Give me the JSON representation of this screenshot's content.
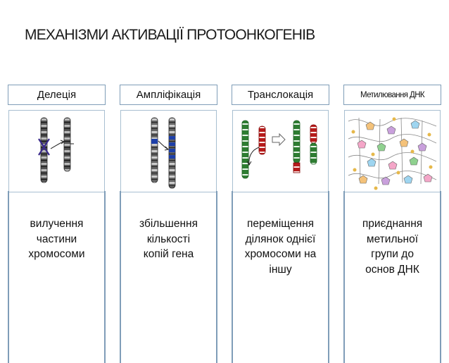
{
  "title": "МЕХАНІЗМИ АКТИВАЦІЇ ПРОТООНКОГЕНІВ",
  "columns": [
    {
      "name": "Делеція",
      "description": "вилучення частини хромосоми",
      "lines": [
        "вилучення",
        "частини",
        "хромосоми"
      ]
    },
    {
      "name": "Ампліфікація",
      "description": "збільшення кількості копій гена",
      "lines": [
        "збільшення",
        "кількості",
        "копій гена"
      ]
    },
    {
      "name": "Транслокація",
      "description": "переміщення ділянок однієї хромосоми на іншу",
      "lines": [
        "переміщення",
        "ділянок однієї",
        "хромосоми на",
        "іншу"
      ]
    },
    {
      "name": "Метилювання ДНК",
      "description": "приєднання метильної групи до основ ДНК",
      "lines": [
        "приєднання",
        "метильної",
        "групи до",
        "основ ДНК"
      ]
    }
  ],
  "colors": {
    "border": "#7f9db8",
    "chromosome_dark": "#333333",
    "amplified_gene": "#1d3fa8",
    "translocation_green": "#2e7d32",
    "translocation_red": "#b71c1c"
  }
}
